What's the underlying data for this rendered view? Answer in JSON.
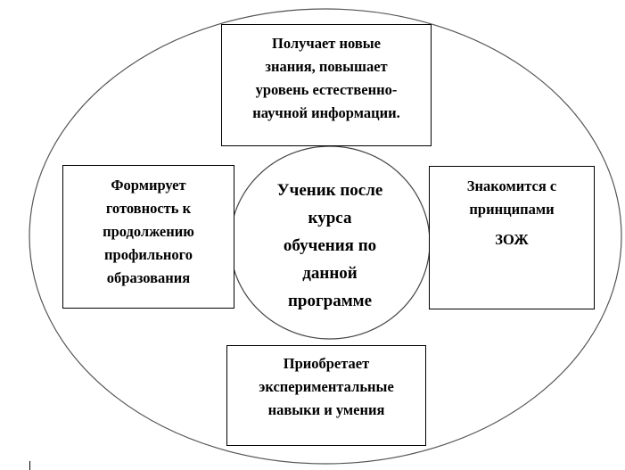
{
  "center": {
    "lines": [
      "Ученик после",
      "курса",
      "обучения по",
      "данной",
      "программе"
    ]
  },
  "top_box": {
    "lines": [
      "Получает новые",
      "знания, повышает",
      "уровень естественно-",
      "научной информации."
    ]
  },
  "left_box": {
    "lines": [
      "Формирует",
      "готовность к",
      "продолжению",
      "профильного",
      "образования"
    ]
  },
  "right_box": {
    "lines": [
      "Знакомится с",
      "принципами",
      "ЗОЖ"
    ]
  },
  "bottom_box": {
    "lines": [
      "Приобретает",
      "экспериментальные",
      "навыки и умения"
    ]
  }
}
